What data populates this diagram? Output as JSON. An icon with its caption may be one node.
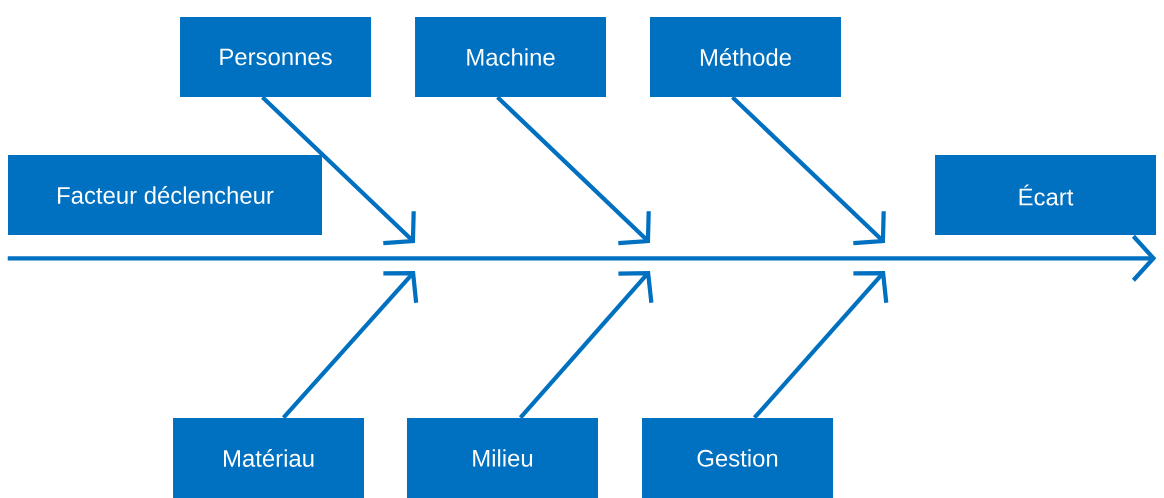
{
  "diagram": {
    "nodes": [
      {
        "text": [
          "Personnes"
        ]
      },
      {
        "text": [
          "Machine"
        ]
      },
      {
        "text": [
          "Méthode"
        ]
      },
      {
        "text": [
          "Facteur déclencheur"
        ]
      },
      {
        "text": [
          "Écart"
        ]
      },
      {
        "text": [
          "Matériau"
        ]
      },
      {
        "text": [
          "Milieu"
        ]
      },
      {
        "text": [
          "Gestion"
        ]
      }
    ],
    "edges": [
      {
        "from": 3,
        "to": 4,
        "arrow": "to"
      },
      {
        "from": 0,
        "to": null,
        "arrow": "to"
      },
      {
        "from": 1,
        "to": null,
        "arrow": "to"
      },
      {
        "from": 2,
        "to": null,
        "arrow": "to"
      },
      {
        "from": 5,
        "to": null,
        "arrow": "to"
      },
      {
        "from": 6,
        "to": null,
        "arrow": "to"
      },
      {
        "from": 7,
        "to": null,
        "arrow": "to"
      }
    ]
  }
}
